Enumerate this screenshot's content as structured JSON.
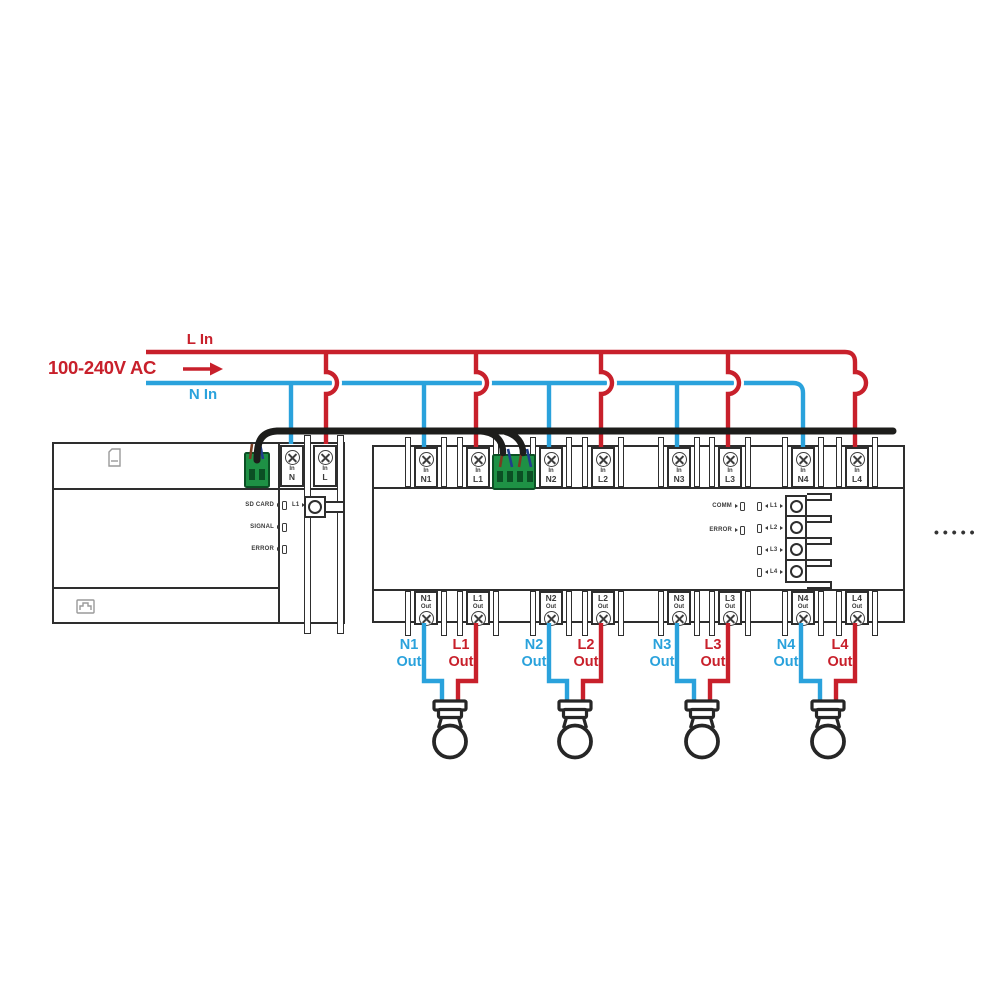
{
  "colors": {
    "line_red": "#c8202b",
    "line_blue": "#2aa2dc",
    "cable_black": "#1d1d1b",
    "device_border": "#2e2e2e",
    "green_terminal": "#1e9145",
    "green_terminal_dark": "#0b4f24",
    "label_dark": "#3a3a3a"
  },
  "power_input": {
    "l_in": "L In",
    "voltage": "100-240V AC",
    "n_in": "N In"
  },
  "gateway": {
    "terminals": [
      {
        "sub": "In",
        "label": "N"
      },
      {
        "sub": "In",
        "label": "L"
      }
    ],
    "leds": [
      {
        "label": "SD CARD"
      },
      {
        "label": "SIGNAL"
      },
      {
        "label": "ERROR"
      }
    ],
    "button_label": "L1"
  },
  "dimmer": {
    "top_terminals": [
      {
        "sub": "In",
        "label": "N1"
      },
      {
        "sub": "In",
        "label": "L1"
      },
      {
        "sub": "In",
        "label": "N2"
      },
      {
        "sub": "In",
        "label": "L2"
      },
      {
        "sub": "In",
        "label": "N3"
      },
      {
        "sub": "In",
        "label": "L3"
      },
      {
        "sub": "In",
        "label": "N4"
      },
      {
        "sub": "In",
        "label": "L4"
      }
    ],
    "bottom_terminals": [
      {
        "label": "N1",
        "sub": "Out"
      },
      {
        "label": "L1",
        "sub": "Out"
      },
      {
        "label": "N2",
        "sub": "Out"
      },
      {
        "label": "L2",
        "sub": "Out"
      },
      {
        "label": "N3",
        "sub": "Out"
      },
      {
        "label": "L3",
        "sub": "Out"
      },
      {
        "label": "N4",
        "sub": "Out"
      },
      {
        "label": "L4",
        "sub": "Out"
      }
    ],
    "status_leds": [
      {
        "label": "COMM"
      },
      {
        "label": "ERROR"
      }
    ],
    "channels": [
      {
        "label": "L1"
      },
      {
        "label": "L2"
      },
      {
        "label": "L3"
      },
      {
        "label": "L4"
      }
    ]
  },
  "outputs": [
    {
      "n_label": "N1",
      "n_sub": "Out",
      "l_label": "L1",
      "l_sub": "Out"
    },
    {
      "n_label": "N2",
      "n_sub": "Out",
      "l_label": "L2",
      "l_sub": "Out"
    },
    {
      "n_label": "N3",
      "n_sub": "Out",
      "l_label": "L3",
      "l_sub": "Out"
    },
    {
      "n_label": "N4",
      "n_sub": "Out",
      "l_label": "L4",
      "l_sub": "Out"
    }
  ],
  "continuation_dots": "•••••"
}
